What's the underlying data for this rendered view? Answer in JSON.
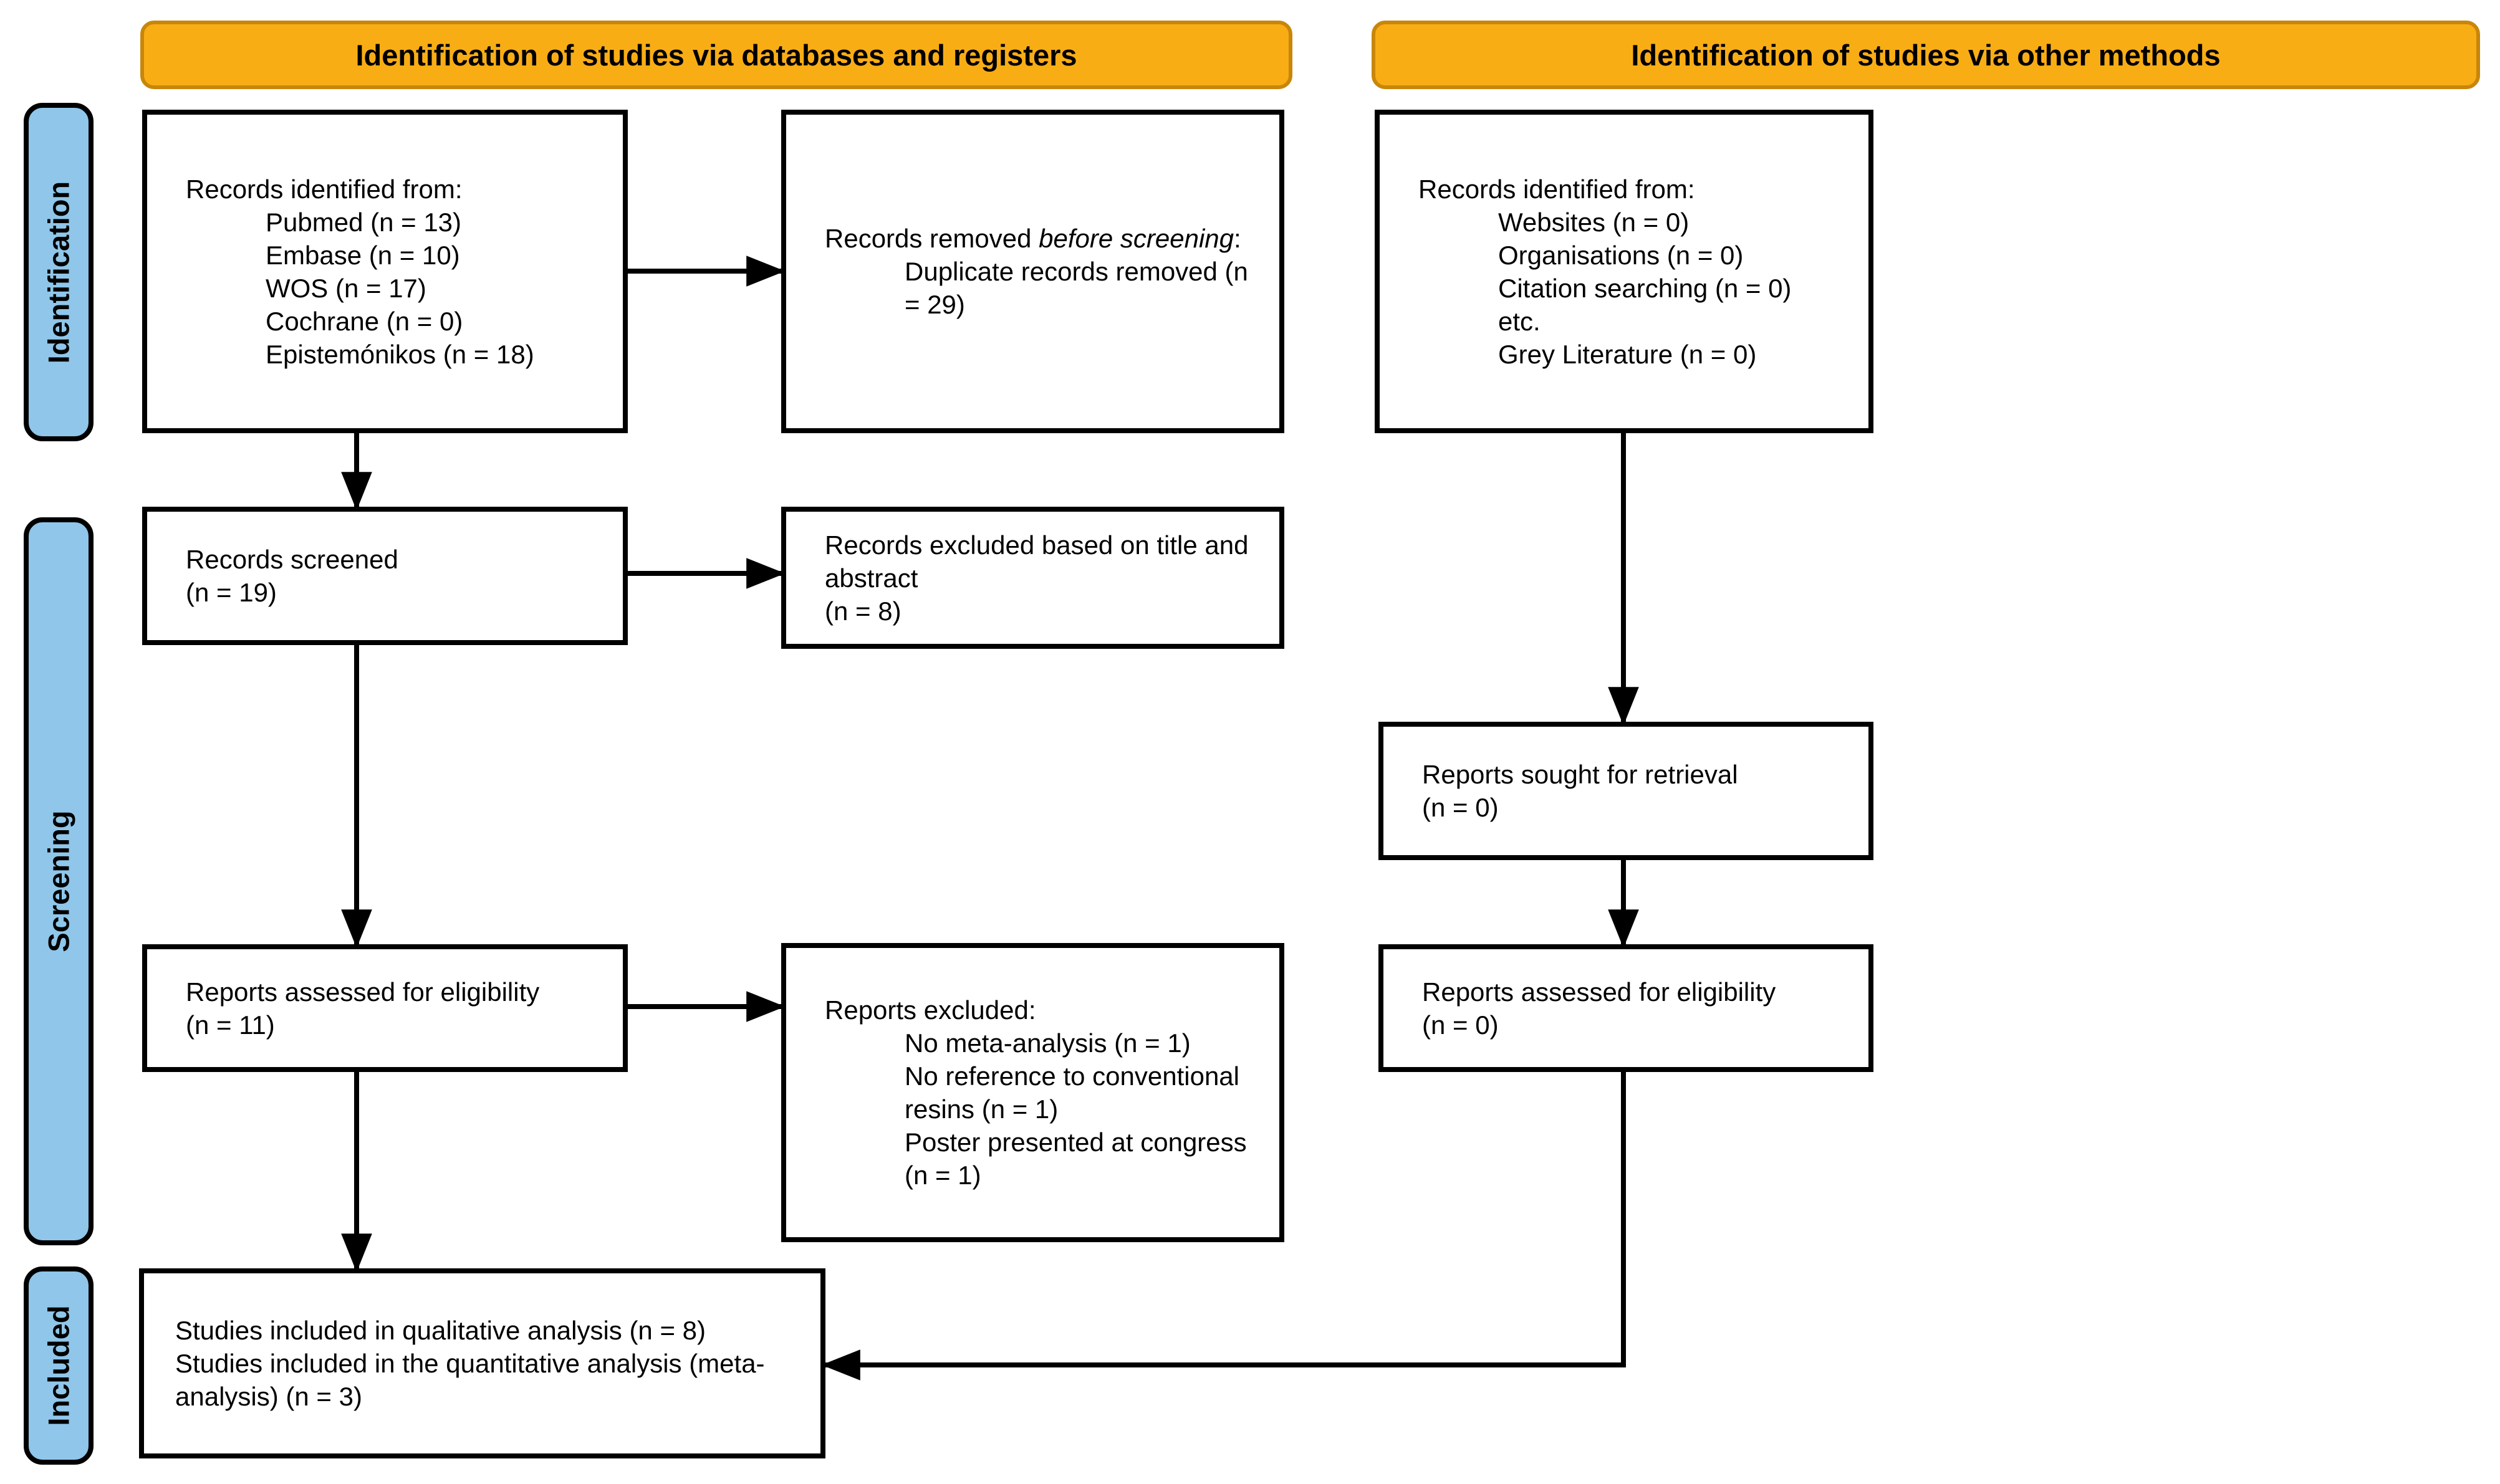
{
  "colors": {
    "banner_fill": "#F9AD15",
    "banner_border": "#C8860A",
    "stage_fill": "#8FC6E9",
    "stage_border": "#000000",
    "box_border": "#000000",
    "arrow": "#000000"
  },
  "banners": {
    "databases": "Identification of studies via databases and registers",
    "other": "Identification of studies via other methods"
  },
  "stages": {
    "identification": "Identification",
    "screening": "Screening",
    "included": "Included"
  },
  "boxes": {
    "records_identified_db": {
      "title": "Records identified from:",
      "items": [
        "Pubmed (n = 13)",
        "Embase (n = 10)",
        "WOS (n = 17)",
        "Cochrane (n = 0)",
        "Epistemónikos (n = 18)"
      ]
    },
    "records_removed": {
      "title_prefix": "Records removed ",
      "title_italic": "before screening",
      "title_suffix": ":",
      "items": [
        "Duplicate records removed (n = 29)"
      ]
    },
    "records_identified_other": {
      "title": "Records identified from:",
      "items": [
        "Websites (n = 0)",
        "Organisations (n = 0)",
        "Citation searching (n = 0)",
        "etc.",
        "Grey Literature (n = 0)"
      ]
    },
    "records_screened": {
      "lines": [
        "Records screened",
        "(n = 19)"
      ]
    },
    "records_excluded": {
      "lines": [
        "Records excluded based on title and abstract",
        "(n = 8)"
      ]
    },
    "reports_sought": {
      "lines": [
        "Reports sought for retrieval",
        "(n = 0)"
      ]
    },
    "reports_assessed_db": {
      "lines": [
        "Reports assessed for eligibility",
        "(n = 11)"
      ]
    },
    "reports_excluded": {
      "title": "Reports excluded:",
      "items": [
        "No meta-analysis (n = 1)",
        "No reference to conventional resins (n = 1)",
        "Poster presented at congress (n = 1)"
      ]
    },
    "reports_assessed_other": {
      "lines": [
        "Reports assessed for eligibility",
        "(n = 0)"
      ]
    },
    "studies_included": {
      "lines": [
        "Studies included in qualitative analysis (n = 8)",
        "Studies included in the quantitative analysis (meta-analysis) (n = 3)"
      ]
    }
  }
}
